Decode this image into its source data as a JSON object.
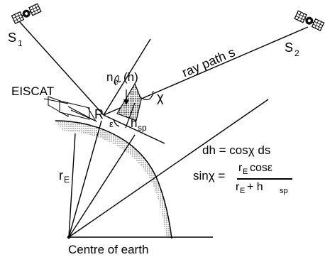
{
  "labels": {
    "sat1": "S",
    "sat1_sub": "1",
    "sat2": "S",
    "sat2_sub": "2",
    "eiscat": "EISCAT",
    "receiver": "R",
    "density": "n",
    "density_sub": "e",
    "density_arg": "(h)",
    "ray_path": "ray path s",
    "chi": "χ",
    "epsilon": "ε",
    "h": "h",
    "h_sub": "sp",
    "r": "r",
    "r_sub": "E",
    "centre": "Centre of earth"
  },
  "equations": {
    "eq1": "dh = cosχ ds",
    "eq2_lhs": "sinχ =",
    "eq2_num_r": "r",
    "eq2_num_sub": "E",
    "eq2_num_rest": " cosε",
    "eq2_den_r": "r",
    "eq2_den_sub": "E",
    "eq2_den_rest": " + h",
    "eq2_den_sub2": "sp"
  }
}
